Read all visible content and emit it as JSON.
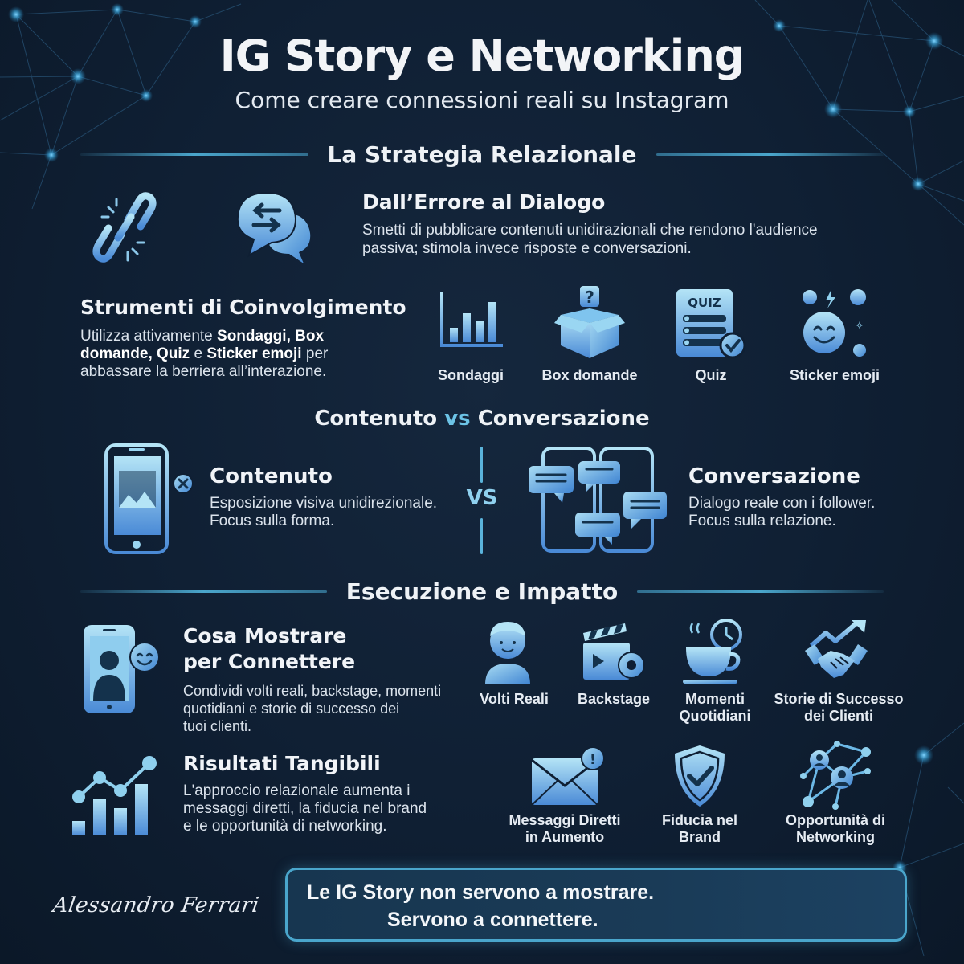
{
  "header": {
    "title": "IG Story e Networking",
    "subtitle": "Come creare connessioni reali su Instagram"
  },
  "sections": {
    "strategy": {
      "heading": "La Strategia Relazionale",
      "dialog": {
        "title": "Dall’Errore al Dialogo",
        "line1": "Smetti di pubblicare contenuti unidirazionali che rendono l'audience",
        "line2": "passiva; stimola invece risposte e conversazioni.",
        "icons": [
          "broken-link-icon",
          "chat-exchange-icon"
        ]
      },
      "engagement": {
        "title": "Strumenti di Coinvolgimento",
        "text_parts": [
          {
            "text": "Utilizza attivamente ",
            "bold": false
          },
          {
            "text": "Sondaggi, Box",
            "bold": true
          },
          {
            "text": "domande, Quiz",
            "bold": true
          },
          {
            "text": " e ",
            "bold": false
          },
          {
            "text": "Sticker emoji",
            "bold": true
          },
          {
            "text": " per",
            "bold": false
          },
          {
            "text": "abbassare la berriera all’interazione.",
            "bold": false
          }
        ],
        "tools": [
          {
            "label": "Sondaggi",
            "icon": "bar-chart-icon"
          },
          {
            "label": "Box domande",
            "icon": "question-box-icon"
          },
          {
            "label": "Quiz",
            "icon": "quiz-icon",
            "badge": "QUIZ"
          },
          {
            "label": "Sticker emoji",
            "icon": "emoji-sticker-icon"
          }
        ]
      }
    },
    "comparison": {
      "heading_left": "Contenuto",
      "heading_vs": "vs",
      "heading_right": "Conversazione",
      "vs_label": "VS",
      "content": {
        "title": "Contenuto",
        "line1": "Esposizione visiva unidirezionale.",
        "line2": "Focus sulla forma.",
        "icon": "phone-post-icon"
      },
      "conversation": {
        "title": "Conversazione",
        "line1": "Dialogo reale con i follower.",
        "line2": "Focus sulla relazione.",
        "icon": "phones-chat-icon"
      }
    },
    "execution": {
      "heading": "Esecuzione e Impatto",
      "show": {
        "title_l1": "Cosa Mostrare",
        "title_l2": "per Connettere",
        "line1": "Condividi volti reali, backstage, momenti",
        "line2": "quotidiani e storie di successo dei",
        "line3": "tuoi clienti.",
        "icon": "phone-selfie-icon",
        "items": [
          {
            "l1": "Volti Reali",
            "l2": "",
            "icon": "person-icon"
          },
          {
            "l1": "Backstage",
            "l2": "",
            "icon": "clapperboard-gear-icon"
          },
          {
            "l1": "Momenti",
            "l2": "Quotidiani",
            "icon": "coffee-clock-icon"
          },
          {
            "l1": "Storie di Successo",
            "l2": "dei Clienti",
            "icon": "handshake-growth-icon"
          }
        ]
      },
      "results": {
        "title": "Risultati Tangibili",
        "line1": "L'approccio relazionale aumenta i",
        "line2": "messaggi diretti, la fiducia nel brand",
        "line3": "e le opportunità di networking.",
        "icon": "growth-chart-icon",
        "items": [
          {
            "l1": "Messaggi Diretti",
            "l2": "in Aumento",
            "icon": "mail-alert-icon"
          },
          {
            "l1": "Fiducia nel",
            "l2": "Brand",
            "icon": "shield-check-icon"
          },
          {
            "l1": "Opportunità di",
            "l2": "Networking",
            "icon": "network-people-icon"
          }
        ]
      }
    }
  },
  "footer": {
    "signature": "Alessandro Ferrari",
    "quote_line1": "Le IG Story non servono a mostrare.",
    "quote_line2": "Servono a connettere."
  },
  "colors": {
    "background": "#0f1f33",
    "accent": "#4aa6cc",
    "icon_light": "#a9ddf3",
    "icon_dark": "#4a8fd6",
    "text": "#e8eef5"
  }
}
